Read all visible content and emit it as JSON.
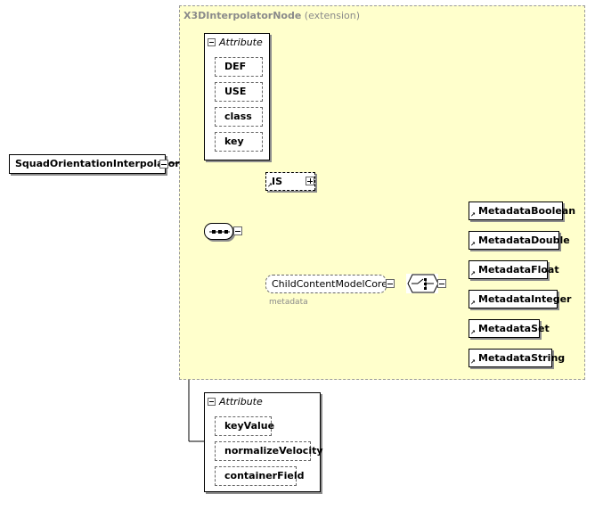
{
  "root": {
    "label": "SquadOrientationInterpolator"
  },
  "extension": {
    "base": "X3DInterpolatorNode",
    "suffix": "(extension)"
  },
  "base_attributes": {
    "heading": "Attribute",
    "items": [
      "DEF",
      "USE",
      "class",
      "key"
    ]
  },
  "is_element": {
    "label": "IS"
  },
  "group_ref": {
    "label": "ChildContentModelCore",
    "sublabel": "metadata"
  },
  "metadata_choices": [
    "MetadataBoolean",
    "MetadataDouble",
    "MetadataFloat",
    "MetadataInteger",
    "MetadataSet",
    "MetadataString"
  ],
  "own_attributes": {
    "heading": "Attribute",
    "items": [
      "keyValue",
      "normalizeVelocity",
      "containerField"
    ]
  }
}
